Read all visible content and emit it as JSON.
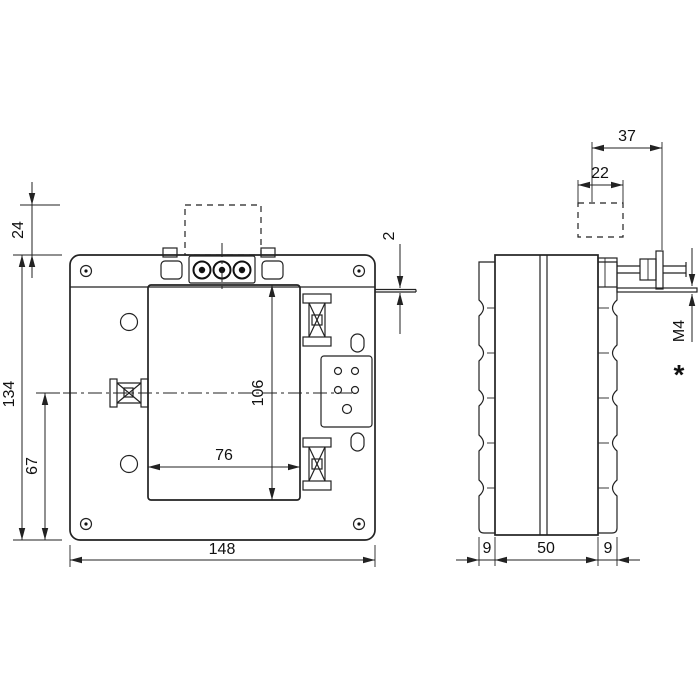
{
  "drawing": {
    "type": "technical-dimension-drawing",
    "views": {
      "front": "front-view",
      "side": "side-view"
    }
  },
  "colors": {
    "line": "#222222",
    "background": "#ffffff"
  },
  "dimensions": {
    "front": {
      "top_offset": "24",
      "height": "134",
      "center_to_bottom": "67",
      "window_height": "106",
      "window_width": "76",
      "width": "148",
      "plate_thickness": "2"
    },
    "side": {
      "overall_with_bracket": "37",
      "bracket_offset": "22",
      "thread": "M4",
      "footnote": "*",
      "left_rib": "9",
      "depth": "50",
      "right_rib": "9"
    }
  }
}
